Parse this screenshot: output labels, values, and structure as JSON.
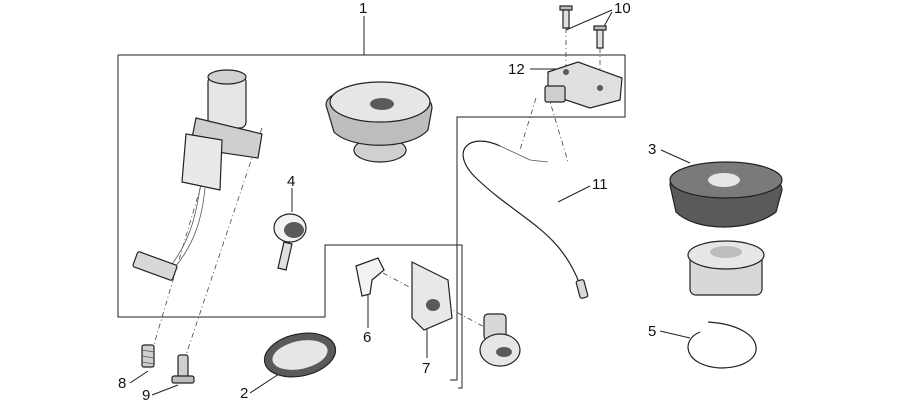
{
  "diagram": {
    "callouts": [
      {
        "id": "1",
        "label": "1"
      },
      {
        "id": "2",
        "label": "2"
      },
      {
        "id": "3",
        "label": "3"
      },
      {
        "id": "4",
        "label": "4"
      },
      {
        "id": "5",
        "label": "5"
      },
      {
        "id": "6",
        "label": "6"
      },
      {
        "id": "7",
        "label": "7"
      },
      {
        "id": "8",
        "label": "8"
      },
      {
        "id": "9",
        "label": "9"
      },
      {
        "id": "10",
        "label": "10"
      },
      {
        "id": "11",
        "label": "11"
      },
      {
        "id": "12",
        "label": "12"
      }
    ],
    "colors": {
      "line": "#222222",
      "part_fill_light": "#e6e6e6",
      "part_fill_mid": "#bdbdbd",
      "part_fill_dark": "#5a5a5a",
      "background": "#ffffff"
    }
  }
}
